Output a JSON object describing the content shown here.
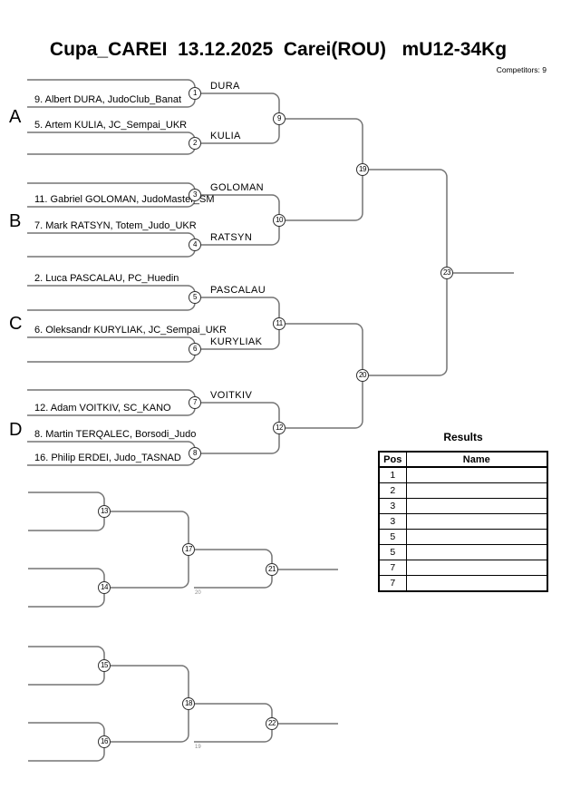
{
  "header": {
    "title": "Cupa_CAREI  13.12.2025  Carei(ROU)   mU12-34Kg",
    "competitors": "Competitors: 9"
  },
  "bracket": {
    "group_labels": [
      "A",
      "B",
      "C",
      "D"
    ],
    "competitors": [
      "9. Albert DURA, JudoClub_Banat",
      "5. Artem KULIA, JC_Sempai_UKR",
      "11. Gabriel GOLOMAN, JudoMaster_SM",
      "7. Mark RATSYN, Totem_Judo_UKR",
      "2. Luca PASCALAU, PC_Huedin",
      "6. Oleksandr KURYLIAK, JC_Sempai_UKR",
      "12. Adam VOITKIV, SC_KANO",
      "8. Martin TERQALEC, Borsodi_Judo",
      "16. Philip ERDEI, Judo_TASNAD"
    ],
    "winner_labels": [
      "DURA",
      "KULIA",
      "GOLOMAN",
      "RATSYN",
      "PASCALAU",
      "KURYLIAK",
      "VOITKIV"
    ],
    "matches": [
      "1",
      "2",
      "3",
      "4",
      "5",
      "6",
      "7",
      "8",
      "9",
      "10",
      "11",
      "12",
      "13",
      "14",
      "15",
      "16",
      "17",
      "18",
      "19",
      "20",
      "21",
      "22",
      "23"
    ],
    "loser_refs": [
      "20",
      "19"
    ],
    "line_color": "#737373"
  },
  "results": {
    "title": "Results",
    "columns": [
      "Pos",
      "Name"
    ],
    "rows": [
      {
        "pos": "1",
        "name": ""
      },
      {
        "pos": "2",
        "name": ""
      },
      {
        "pos": "3",
        "name": ""
      },
      {
        "pos": "3",
        "name": ""
      },
      {
        "pos": "5",
        "name": ""
      },
      {
        "pos": "5",
        "name": ""
      },
      {
        "pos": "7",
        "name": ""
      },
      {
        "pos": "7",
        "name": ""
      }
    ]
  }
}
